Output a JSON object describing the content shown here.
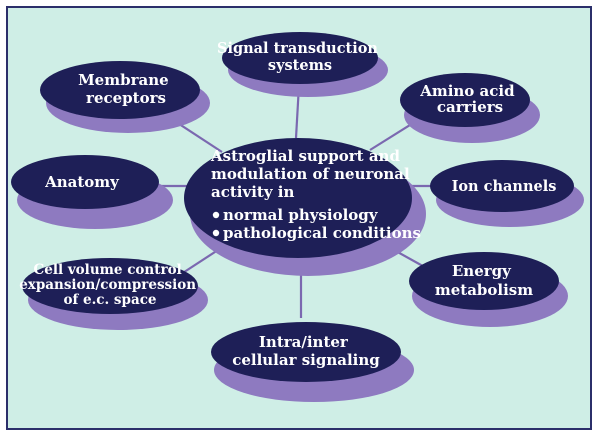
{
  "colors": {
    "background": "#cfeee6",
    "frame": "#2b2f6a",
    "node_fill": "#1e1f57",
    "node_shadow": "#8e7ac0",
    "connector": "#7b68b0",
    "text": "#ffffff"
  },
  "center": {
    "lines": [
      "Astroglial support and",
      "modulation of neuronal",
      "activity in"
    ],
    "bullets": [
      "normal physiology",
      "pathological conditions"
    ]
  },
  "nodes": {
    "signal_transduction": {
      "lines": [
        "Signal transduction",
        "systems"
      ]
    },
    "membrane_receptors": {
      "lines": [
        "Membrane",
        "receptors"
      ]
    },
    "amino_acid_carriers": {
      "lines": [
        "Amino acid",
        "carriers"
      ]
    },
    "anatomy": {
      "lines": [
        "Anatomy"
      ]
    },
    "ion_channels": {
      "lines": [
        "Ion channels"
      ]
    },
    "cell_volume_control": {
      "lines": [
        "Cell volume control",
        "expansion/compression",
        "of e.c. space"
      ]
    },
    "energy_metabolism": {
      "lines": [
        "Energy",
        "metabolism"
      ]
    },
    "intercellular_signaling": {
      "lines": [
        "Intra/inter",
        "cellular signaling"
      ]
    }
  }
}
